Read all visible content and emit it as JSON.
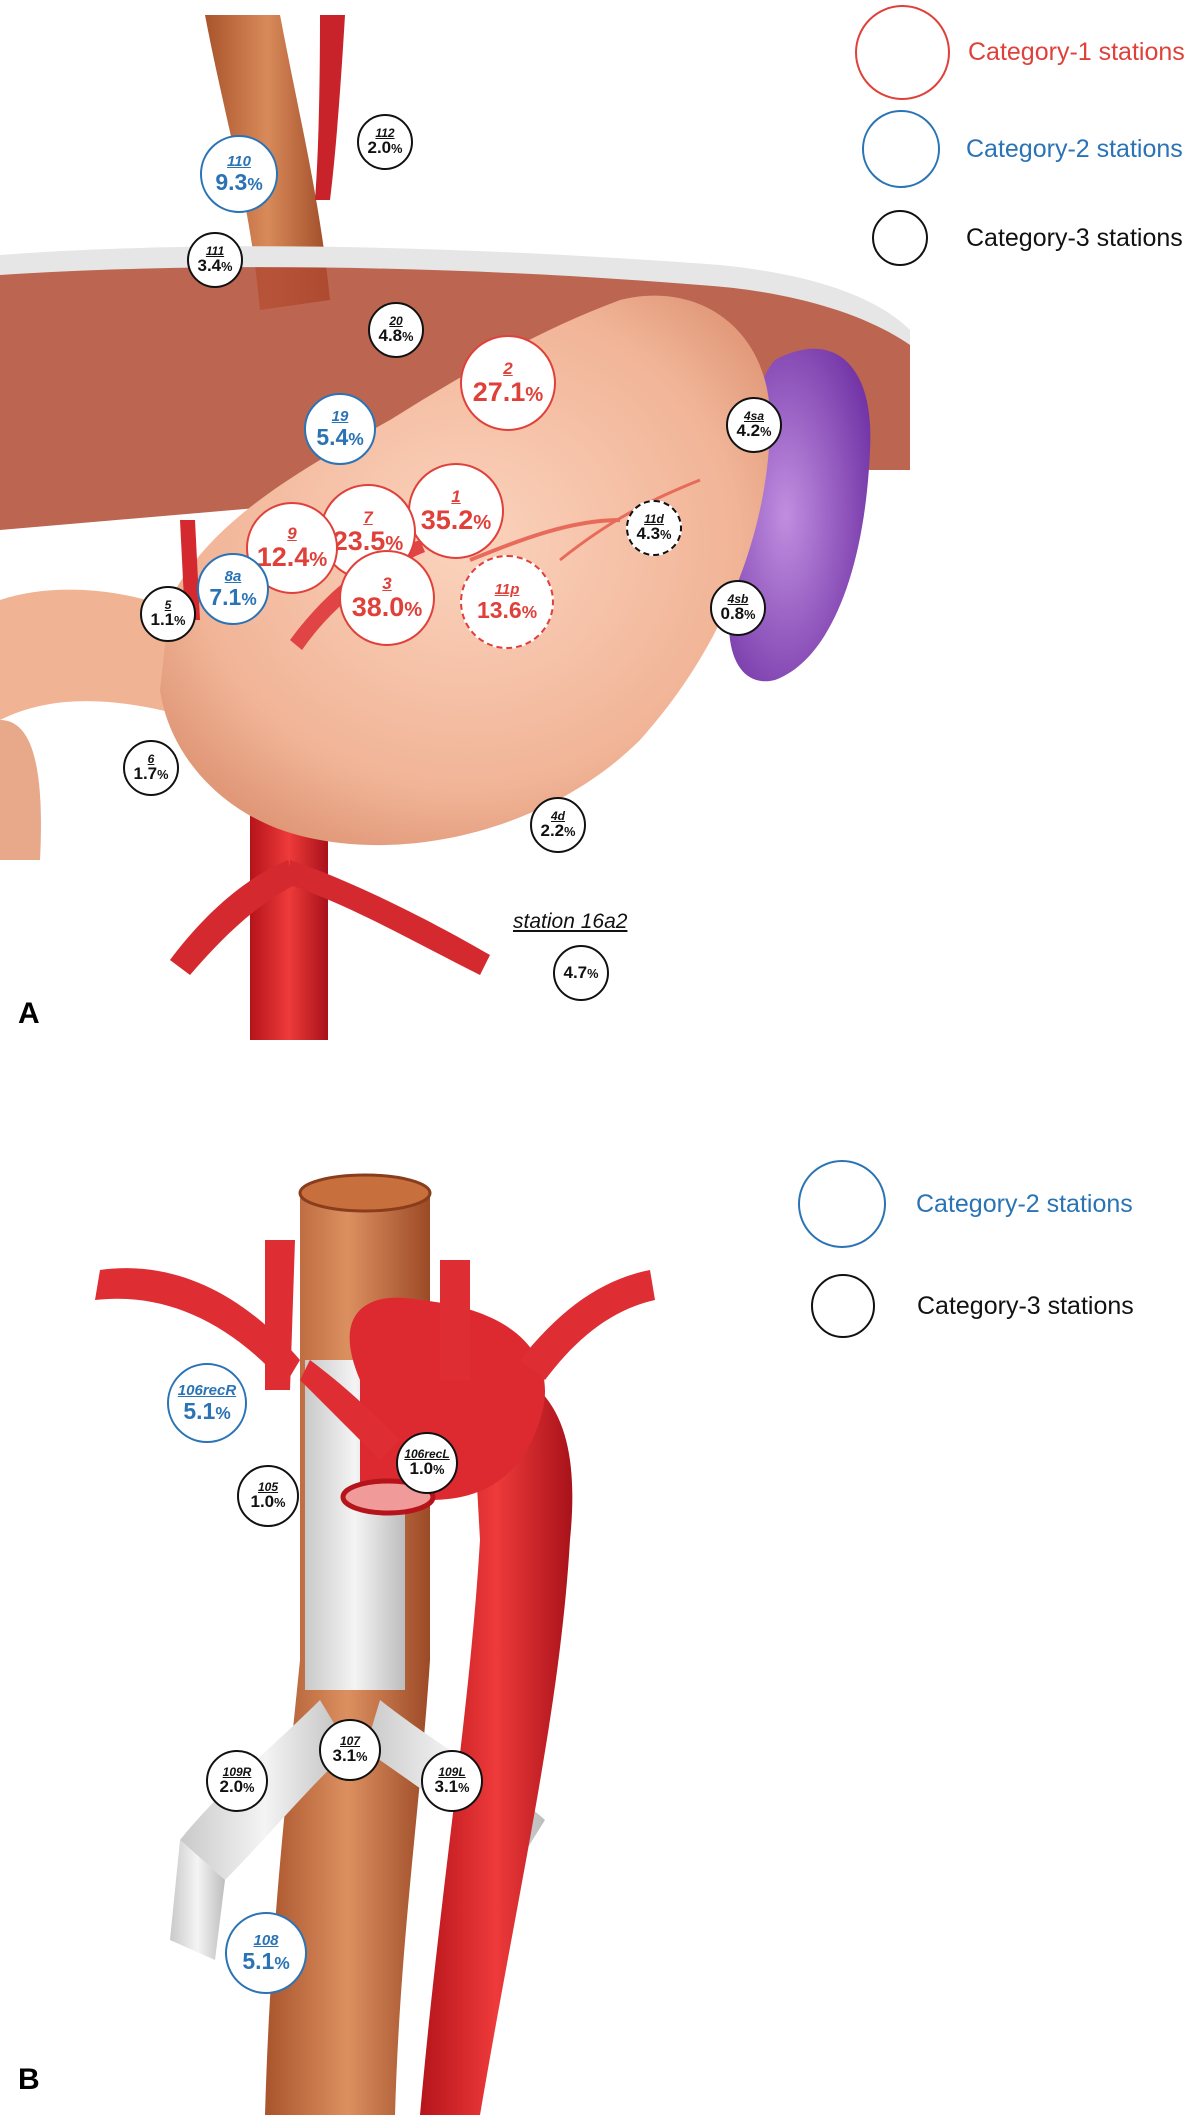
{
  "panel_a": {
    "letter": "A",
    "legend": [
      {
        "label": "Category-1 stations",
        "color": "#e0403a"
      },
      {
        "label": "Category-2 stations",
        "color": "#2a73b5"
      },
      {
        "label": "Category-3 stations",
        "color": "#111111"
      }
    ],
    "caption": "station 16a2",
    "stations": [
      {
        "id": "110",
        "pct": "9.3",
        "category": 2
      },
      {
        "id": "112",
        "pct": "2.0",
        "category": 3
      },
      {
        "id": "111",
        "pct": "3.4",
        "category": 3
      },
      {
        "id": "20",
        "pct": "4.8",
        "category": 3
      },
      {
        "id": "2",
        "pct": "27.1",
        "category": 1
      },
      {
        "id": "19",
        "pct": "5.4",
        "category": 2
      },
      {
        "id": "4sa",
        "pct": "4.2",
        "category": 3
      },
      {
        "id": "1",
        "pct": "35.2",
        "category": 1
      },
      {
        "id": "7",
        "pct": "23.5",
        "category": 1
      },
      {
        "id": "9",
        "pct": "12.4",
        "category": 1
      },
      {
        "id": "11d",
        "pct": "4.3",
        "category": 3,
        "dashed": true
      },
      {
        "id": "8a",
        "pct": "7.1",
        "category": 2
      },
      {
        "id": "3",
        "pct": "38.0",
        "category": 1
      },
      {
        "id": "11p",
        "pct": "13.6",
        "category": 1,
        "dashed": true
      },
      {
        "id": "4sb",
        "pct": "0.8",
        "category": 3
      },
      {
        "id": "5",
        "pct": "1.1",
        "category": 3
      },
      {
        "id": "6",
        "pct": "1.7",
        "category": 3
      },
      {
        "id": "4d",
        "pct": "2.2",
        "category": 3
      },
      {
        "id": "",
        "pct": "4.7",
        "category": 3
      }
    ]
  },
  "panel_b": {
    "letter": "B",
    "legend": [
      {
        "label": "Category-2 stations",
        "color": "#2a73b5"
      },
      {
        "label": "Category-3 stations",
        "color": "#111111"
      }
    ],
    "stations": [
      {
        "id": "106recR",
        "pct": "5.1",
        "category": 2
      },
      {
        "id": "106recL",
        "pct": "1.0",
        "category": 3
      },
      {
        "id": "105",
        "pct": "1.0",
        "category": 3
      },
      {
        "id": "107",
        "pct": "3.1",
        "category": 3
      },
      {
        "id": "109R",
        "pct": "2.0",
        "category": 3
      },
      {
        "id": "109L",
        "pct": "3.1",
        "category": 3
      },
      {
        "id": "108",
        "pct": "5.1",
        "category": 2
      }
    ]
  },
  "percent_sign": "%"
}
